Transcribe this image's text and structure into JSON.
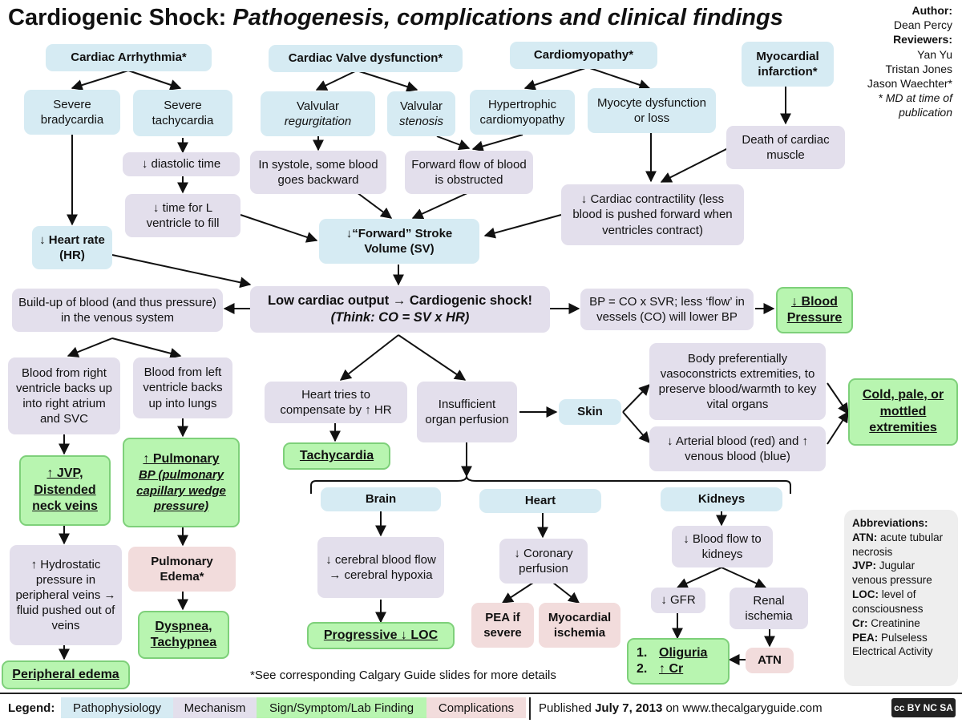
{
  "title": {
    "main": "Cardiogenic Shock:",
    "sub": "Pathogenesis, complications and clinical findings"
  },
  "credits": {
    "author_heading": "Author:",
    "author": "Dean Percy",
    "reviewers_heading": "Reviewers:",
    "reviewers": [
      "Yan Yu",
      "Tristan Jones",
      "Jason Waechter*"
    ],
    "note": "* MD at time of publication"
  },
  "causes": {
    "arrhythmia": "Cardiac Arrhythmia*",
    "valve": "Cardiac Valve dysfunction*",
    "cardiomyopathy": "Cardiomyopathy*",
    "mi": "Myocardial infarction*"
  },
  "arrhythmia": {
    "brady": "Severe bradycardia",
    "tachy": "Severe tachycardia",
    "diastolic": "↓ diastolic time",
    "fill": "↓ time for L ventricle to fill",
    "hr": "↓ Heart rate (HR)"
  },
  "valve": {
    "regurg_1": "Valvular",
    "regurg_2": "regurgitation",
    "sten_1": "Valvular",
    "sten_2": "stenosis",
    "backward": "In systole, some blood goes backward",
    "obstructed": "Forward flow of blood is obstructed"
  },
  "cardiomyopathy": {
    "hypertrophic": "Hypertrophic cardiomyopathy",
    "myocyte": "Myocyte dysfunction or loss"
  },
  "mi": {
    "death": "Death of cardiac muscle"
  },
  "central": {
    "contractility": "↓ Cardiac contractility (less blood is pushed forward when ventricles contract)",
    "sv": "↓“Forward” Stroke Volume (SV)",
    "shock_1": "Low cardiac output → Cardiogenic shock!",
    "shock_2": "(Think: CO = SV x HR)",
    "bp_text": "BP = CO x SVR; less ‘flow’ in vessels (CO) will lower BP",
    "bp": "↓ Blood Pressure"
  },
  "venous": {
    "buildup": "Build-up of blood (and thus pressure) in the venous system",
    "right": "Blood from right ventricle backs up into right atrium and SVC",
    "left": "Blood from left ventricle backs up into lungs",
    "jvp": "↑ JVP, Distended neck veins",
    "pulm_bp_1": "↑ Pulmonary",
    "pulm_bp_2": "BP (pulmonary capillary wedge pressure)",
    "hydro": "↑ Hydrostatic pressure in peripheral veins → fluid pushed out of veins",
    "pulm_edema": "Pulmonary Edema*",
    "dyspnea": "Dyspnea, Tachypnea",
    "peripheral_edema": "Peripheral edema"
  },
  "compensation": {
    "heart_tries": "Heart tries to compensate by ↑ HR",
    "tachycardia": "Tachycardia",
    "perfusion": "Insufficient organ perfusion"
  },
  "skin": {
    "label": "Skin",
    "vasoconstrict": "Body preferentially vasoconstricts extremities, to preserve blood/warmth to key vital organs",
    "arterial": "↓ Arterial blood (red) and ↑ venous blood (blue)",
    "cold": "Cold, pale, or mottled extremities"
  },
  "organs": {
    "brain": "Brain",
    "cerebral": "↓ cerebral blood flow → cerebral hypoxia",
    "loc": "Progressive ↓ LOC",
    "heart": "Heart",
    "coronary": "↓ Coronary perfusion",
    "pea": "PEA if severe",
    "myo_ischemia": "Myocardial ischemia",
    "kidneys": "Kidneys",
    "blood_flow": "↓ Blood flow to kidneys",
    "gfr": "↓ GFR",
    "renal": "Renal ischemia",
    "atn": "ATN",
    "oliguria": "Oliguria",
    "cr": "↑ Cr"
  },
  "abbreviations": [
    {
      "k": "ATN:",
      "v": "acute tubular necrosis"
    },
    {
      "k": "JVP:",
      "v": "Jugular venous pressure"
    },
    {
      "k": "LOC:",
      "v": "level of consciousness"
    },
    {
      "k": "Cr:",
      "v": "Creatinine"
    },
    {
      "k": "PEA:",
      "v": "Pulseless Electrical Activity"
    }
  ],
  "abbr_heading": "Abbreviations:",
  "footnote": "*See corresponding Calgary Guide slides for more details",
  "legend": {
    "label": "Legend:",
    "items": [
      "Pathophysiology",
      "Mechanism",
      "Sign/Symptom/Lab Finding",
      "Complications"
    ],
    "published_prefix": "Published",
    "published_date": "July 7, 2013",
    "published_suffix": "on www.thecalgaryguide.com",
    "license": "cc BY NC SA"
  },
  "colors": {
    "pathophysiology": "#d6ebf3",
    "mechanism": "#e3dfec",
    "sign": "#b8f5b0",
    "complication": "#f2dcdc"
  }
}
